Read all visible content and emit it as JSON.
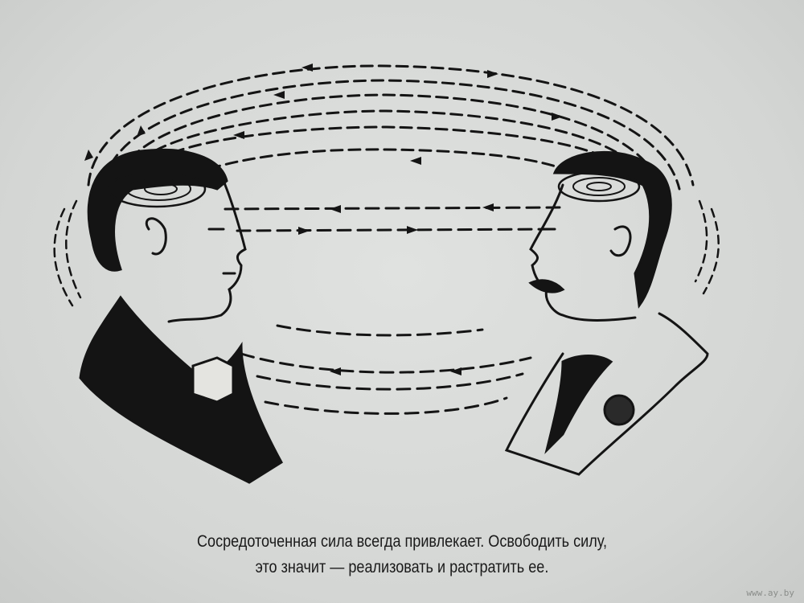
{
  "illustration": {
    "subject": "two-heads-energy-field",
    "ink_color": "#141414",
    "paper_color": "#d8dad8"
  },
  "caption": {
    "line1": "Сосредоточенная сила всегда привлекает. Освободить силу,",
    "line2": "это значит — реализовать и растратить ее."
  },
  "watermark": "www.ay.by"
}
